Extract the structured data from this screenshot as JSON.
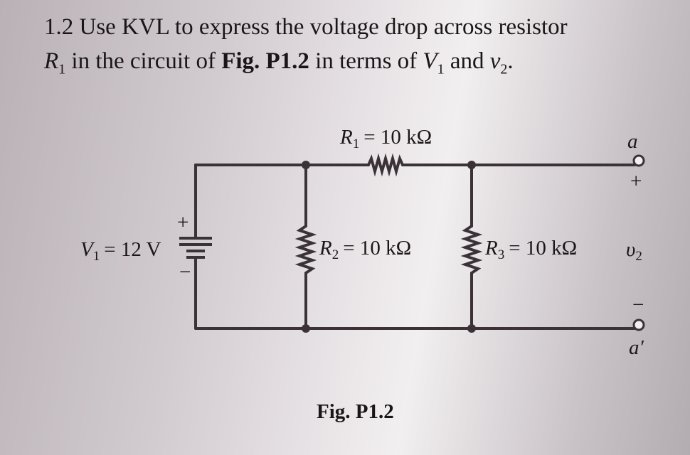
{
  "problem": {
    "number": "1.2",
    "text_a": "Use KVL to express the voltage drop across resistor",
    "r1_symbol": "R",
    "r1_sub": "1",
    "text_b": "in the circuit of",
    "fig_ref": "Fig. P1.2",
    "text_c": "in terms of",
    "v1_symbol": "V",
    "v1_sub": "1",
    "text_d": "and",
    "v2_symbol": "v",
    "v2_sub": "2",
    "text_e": "."
  },
  "figure": {
    "caption": "Fig. P1.2",
    "source": {
      "label": "V",
      "sub": "1",
      "value": "= 12 V",
      "plus": "+",
      "minus": "−"
    },
    "r1": {
      "label": "R",
      "sub": "1",
      "value": "= 10 kΩ"
    },
    "r2": {
      "label": "R",
      "sub": "2",
      "value": "= 10 kΩ"
    },
    "r3": {
      "label": "R",
      "sub": "3",
      "value": "= 10 kΩ"
    },
    "terminal_top": {
      "label": "a",
      "polarity": "+"
    },
    "terminal_bottom": {
      "label": "a′",
      "polarity": "−"
    },
    "output": {
      "label": "υ",
      "sub": "2"
    }
  },
  "colors": {
    "ink": "#1a1618",
    "wire": "#3a3236"
  }
}
